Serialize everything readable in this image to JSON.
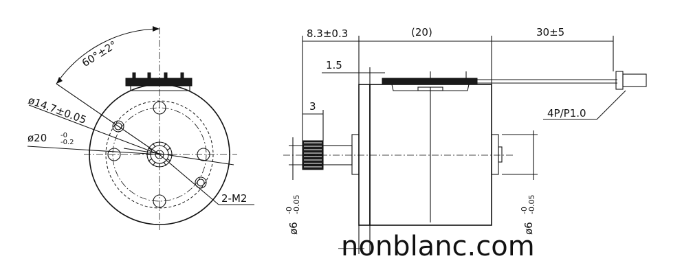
{
  "front_view": {
    "angle_label": "60°±2°",
    "bolt_circle_label": "ø14.7±0.05",
    "flange_dia_label_main": "ø20",
    "flange_dia_tol_upper": "-0",
    "flange_dia_tol_lower": "-0.2",
    "holes_label": "2-M2"
  },
  "side_view": {
    "flange_len_label": "8.3±0.3",
    "body_len_label": "(20)",
    "lead_len_label": "30±5",
    "flange_thk_label": "1.5",
    "gear_len_label": "3",
    "connector_label": "4P/P1.0",
    "shaft_dia_left_main": "ø6",
    "shaft_dia_left_tol": "-0\n-0.05",
    "shaft_dia_right_main": "ø6",
    "shaft_dia_right_tol": "-0\n-0.05"
  },
  "watermark": "nonblanc.com"
}
